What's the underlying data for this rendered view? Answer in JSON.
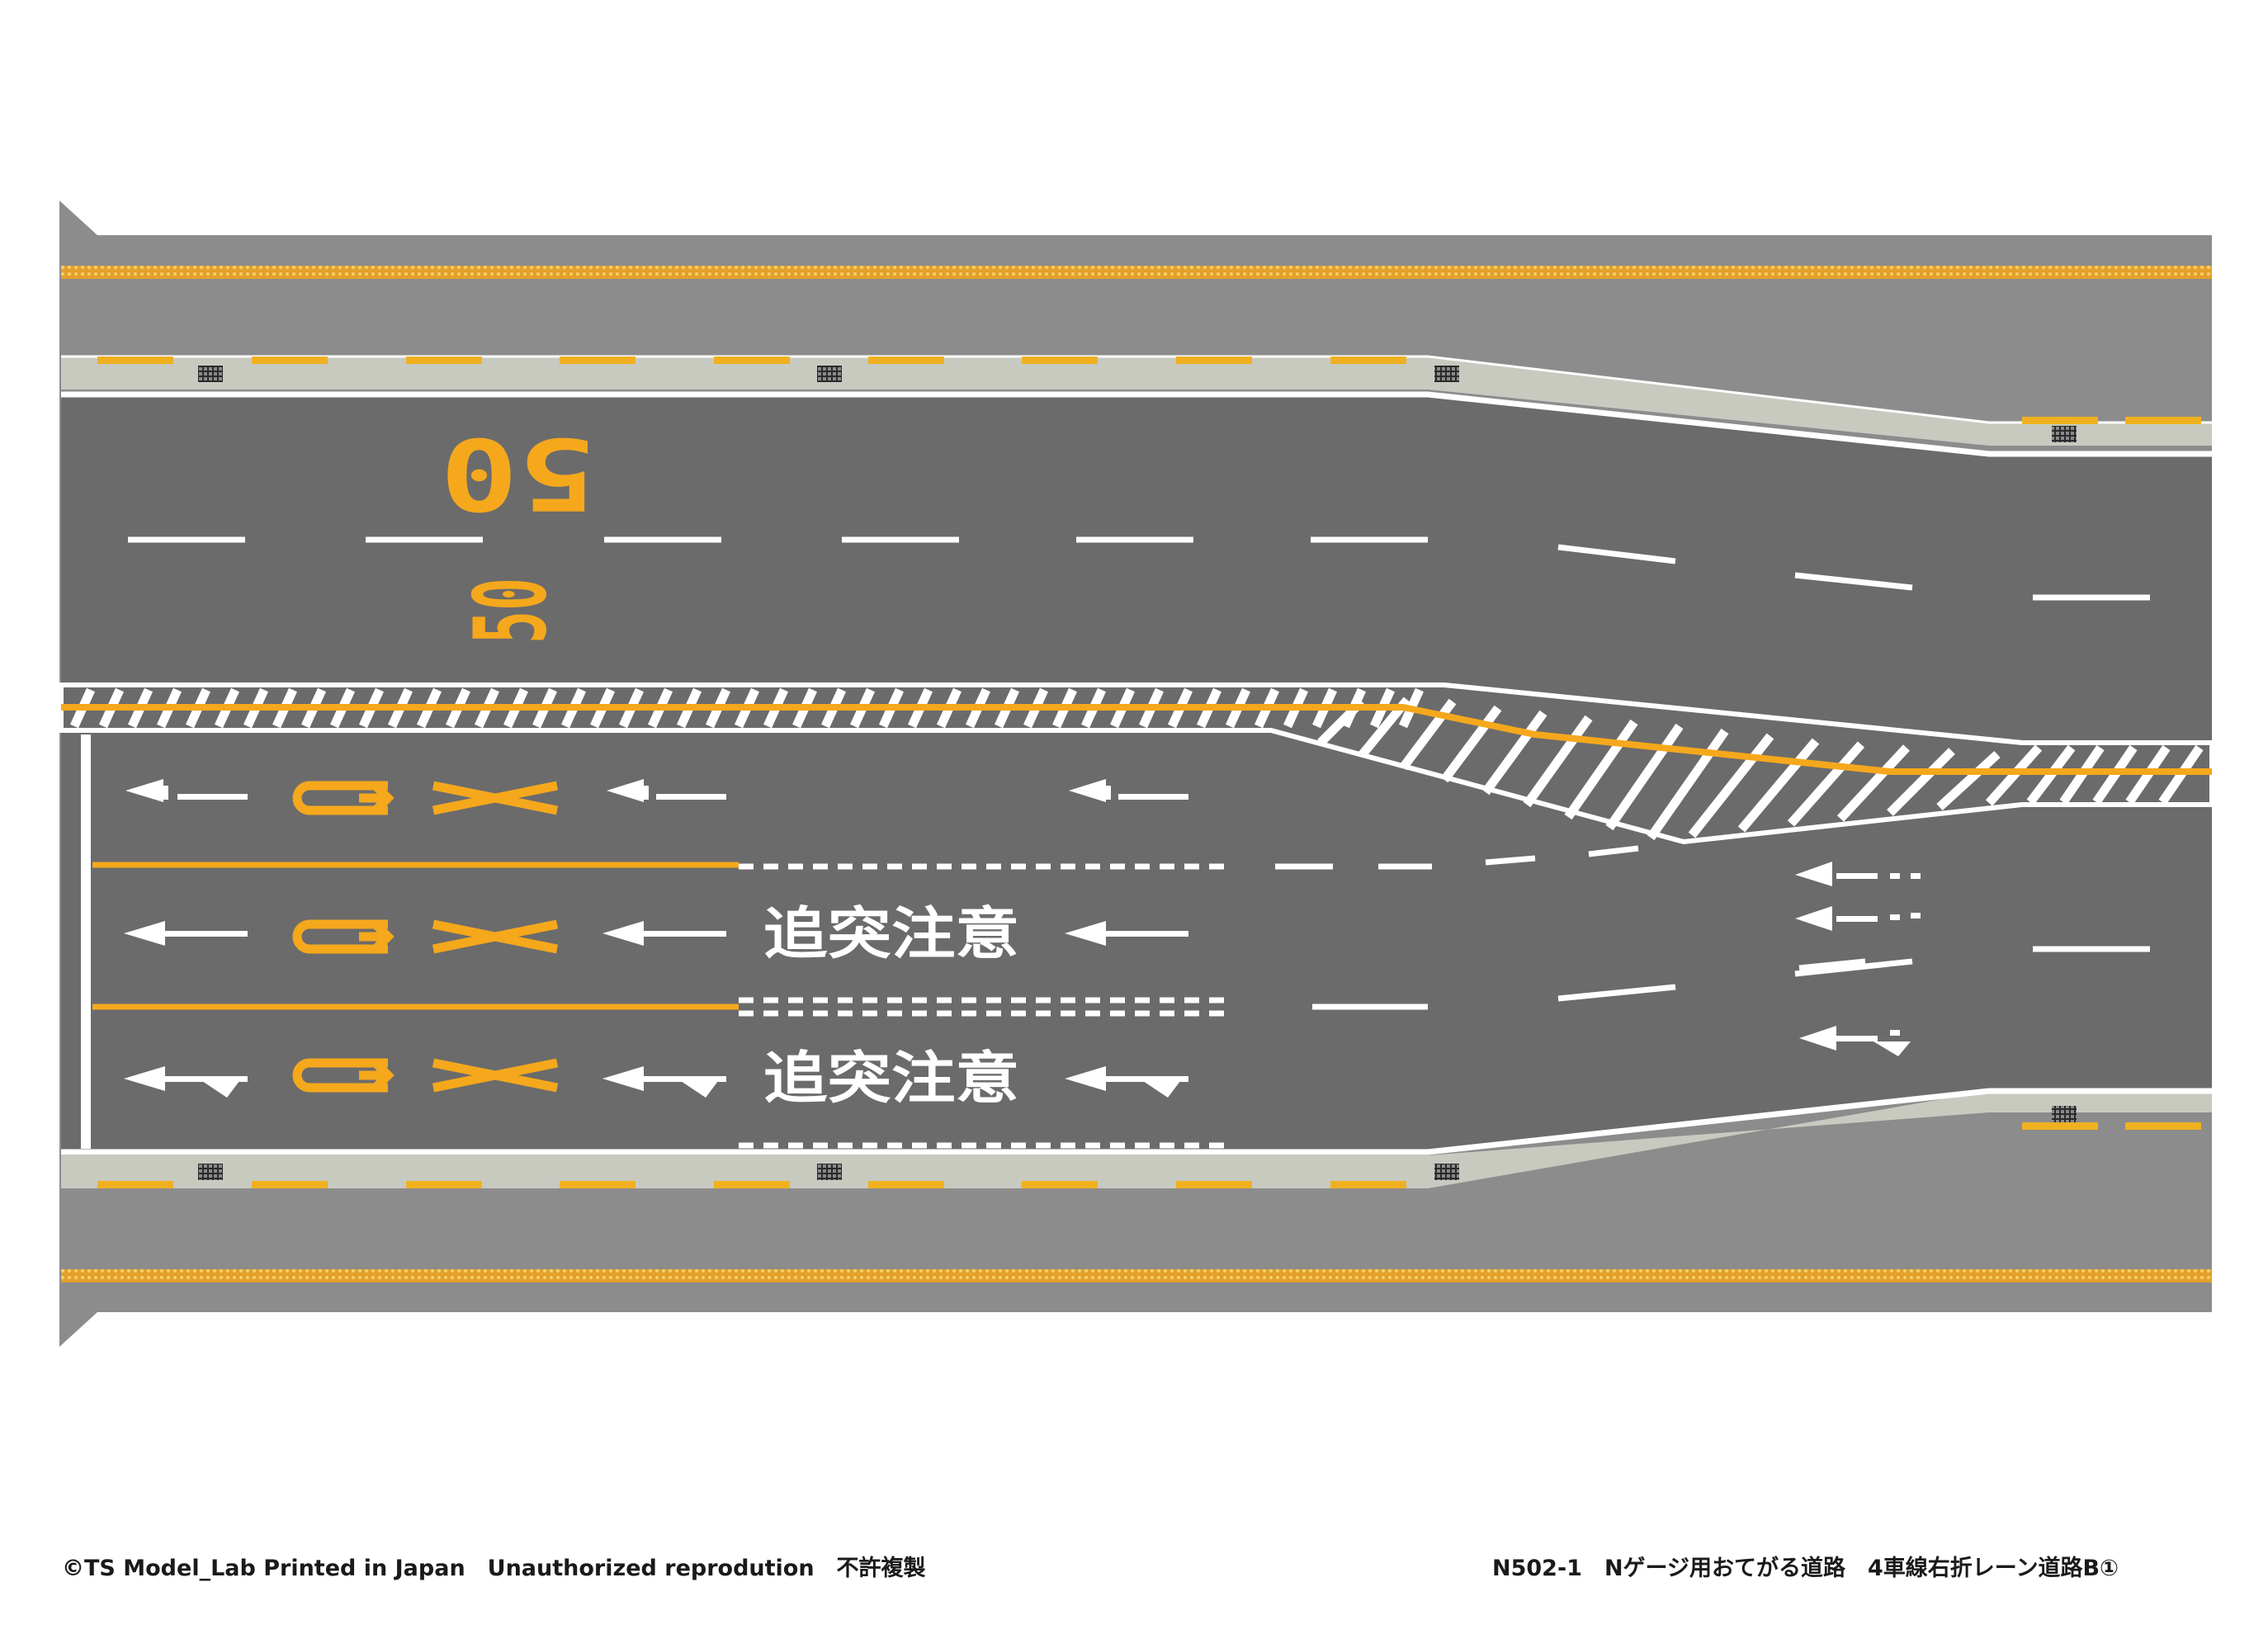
{
  "footer": {
    "copyright": "©TS Model_Lab Printed in Japan　Unauthorized reprodution　不許複製",
    "product": "N502-1　Nゲージ用おてがる道路　4車線右折レーン道路B①"
  },
  "road_markings": {
    "speed_limit": "50",
    "max_speed_glyph": "50",
    "lane_text": "追突注意",
    "caution_text": "追突注意"
  },
  "colors": {
    "asphalt": "#6b6b6b",
    "sidewalk": "#8c8c8c",
    "curb": "#c8cac0",
    "paint_white": "#ffffff",
    "paint_yellow": "#f5a81c"
  }
}
